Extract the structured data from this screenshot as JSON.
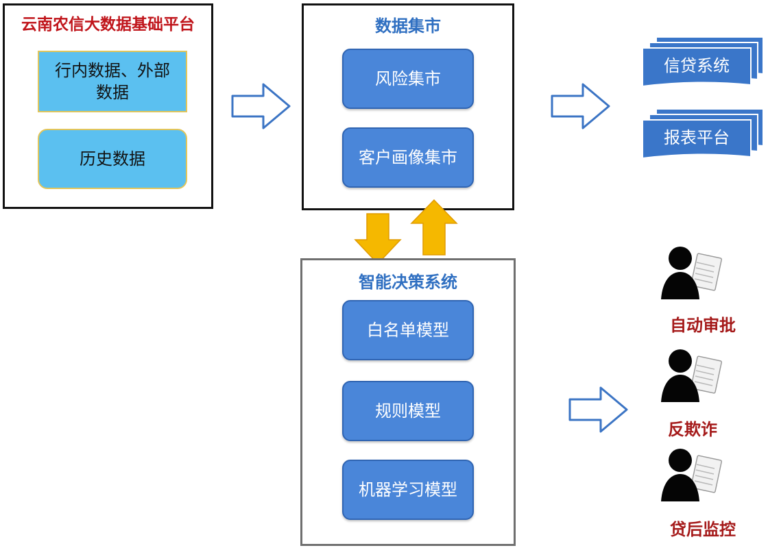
{
  "left_panel": {
    "title": "云南农信大数据基础平台",
    "title_color": "#c0151b",
    "items": [
      {
        "label": "行内数据、外部\n数据"
      },
      {
        "label": "历史数据"
      }
    ]
  },
  "mart_panel": {
    "title": "数据集市",
    "title_color": "#2f6fc1",
    "items": [
      {
        "label": "风险集市"
      },
      {
        "label": "客户画像集市"
      }
    ]
  },
  "decision_panel": {
    "title": "智能决策系统",
    "title_color": "#2f6fc1",
    "items": [
      {
        "label": "白名单模型"
      },
      {
        "label": "规则模型"
      },
      {
        "label": "机器学习模型"
      }
    ]
  },
  "targets": [
    {
      "label": "信贷系统"
    },
    {
      "label": "报表平台"
    }
  ],
  "outcomes": [
    {
      "label": "自动审批",
      "icon": "person-with-document-icon"
    },
    {
      "label": "反欺诈",
      "icon": "person-with-document-icon"
    },
    {
      "label": "贷后监控",
      "icon": "person-with-document-icon"
    }
  ],
  "colors": {
    "flow_arrow_outline": "#3b74c4",
    "exchange_arrow": "#f5b800",
    "document_stack": "#3a76c9"
  }
}
